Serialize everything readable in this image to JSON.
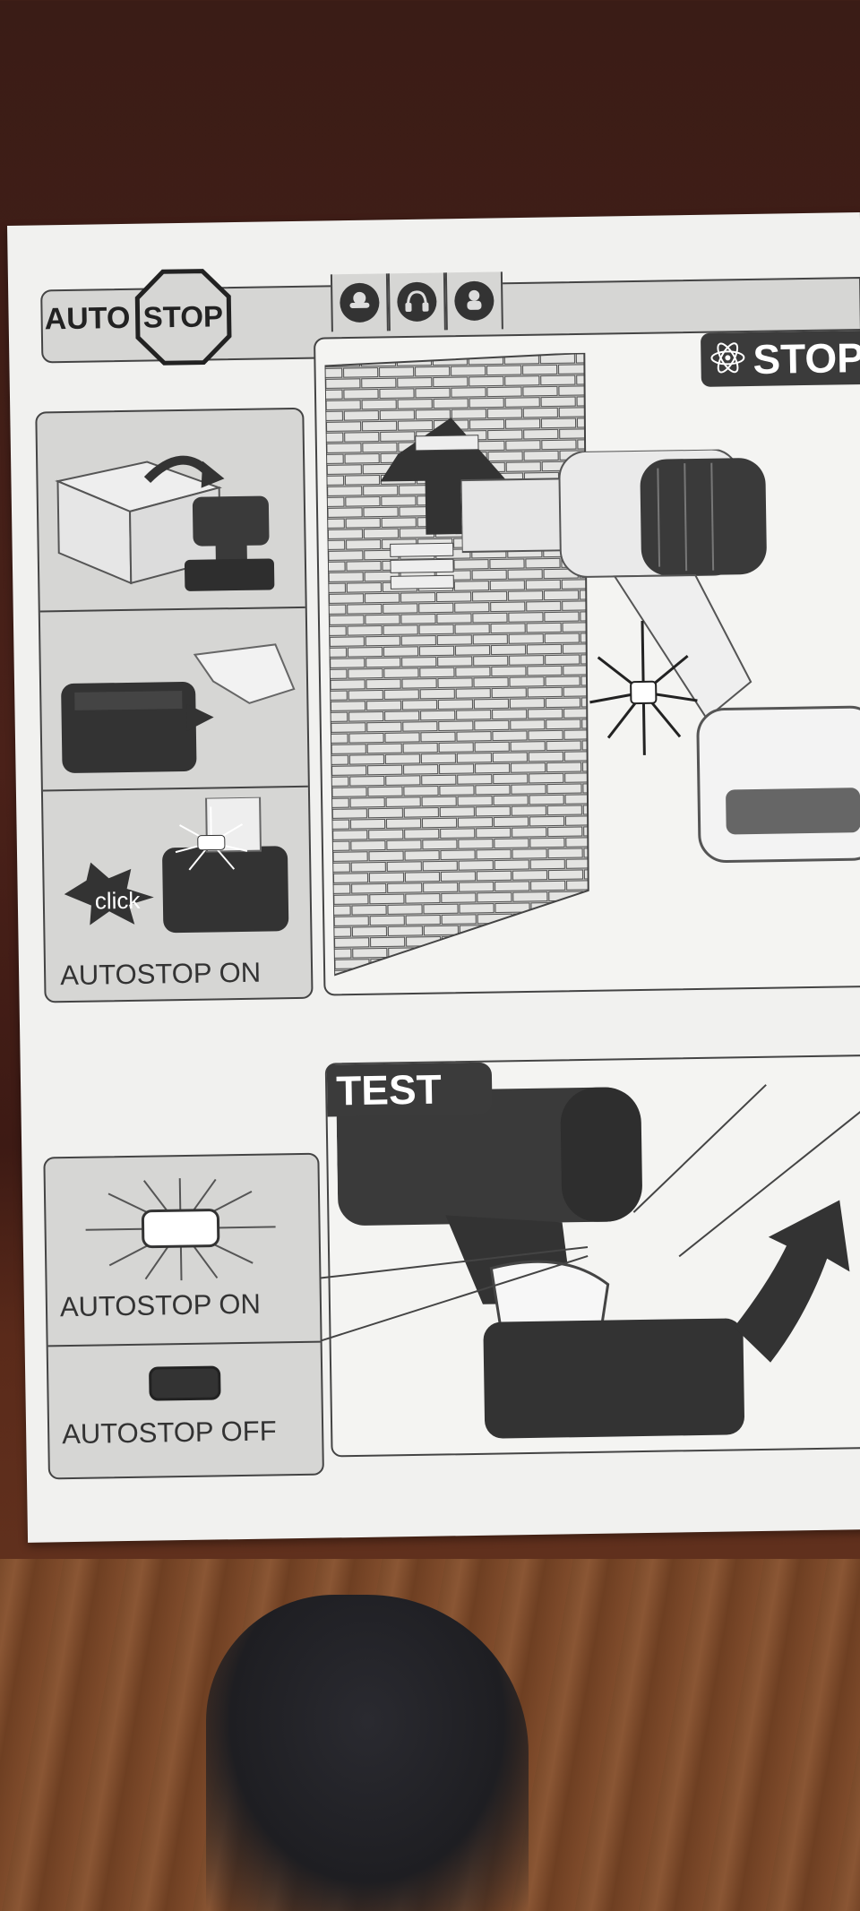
{
  "header": {
    "title_auto": "AUTO",
    "title_stop": "STOP",
    "ppe_icons": [
      "safety-glasses-icon",
      "ear-protection-icon",
      "dust-mask-icon"
    ]
  },
  "steps": {
    "autostop_on_label": "AUTOSTOP ON",
    "click_label": "click"
  },
  "main": {
    "stop_label": "STOP"
  },
  "test": {
    "tag": "TEST",
    "indicator_on": "AUTOSTOP ON",
    "indicator_off": "AUTOSTOP OFF"
  },
  "colors": {
    "paper": "#f1f1ef",
    "panel": "#d6d6d4",
    "ink": "#333333",
    "table": "#3a1c16"
  }
}
